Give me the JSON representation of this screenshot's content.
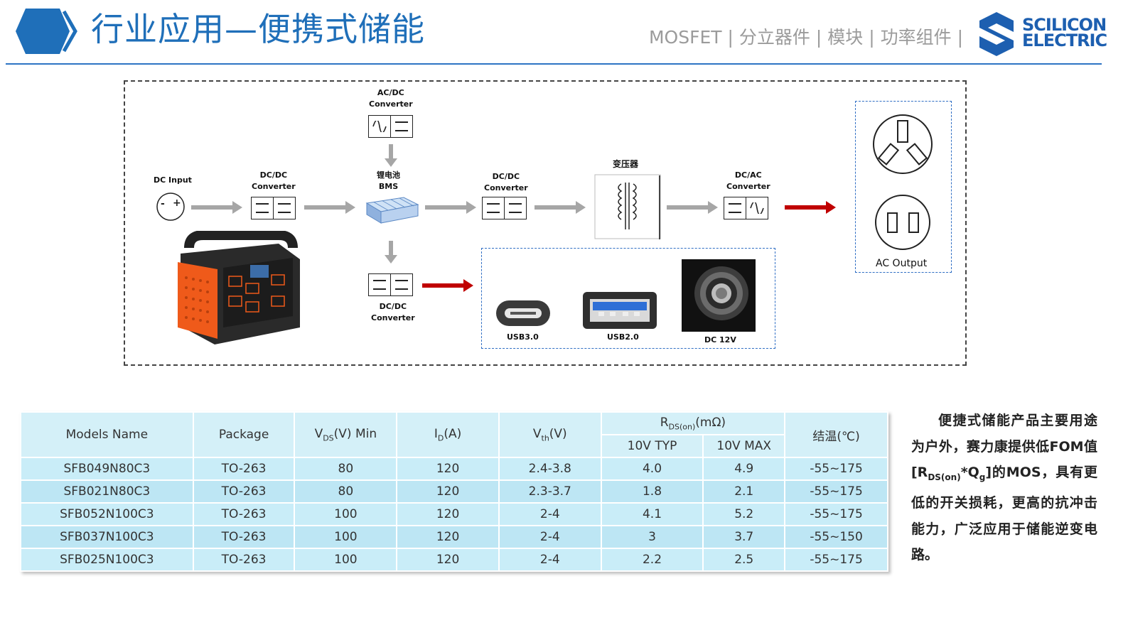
{
  "header": {
    "title": "行业应用—便携式储能",
    "nav": [
      "MOSFET",
      "分立器件",
      "模块",
      "功率组件",
      ""
    ],
    "brand_line1": "SCILICON",
    "brand_line2": "ELECTRIC",
    "colors": {
      "accent": "#1f6fb9",
      "nav_text": "#9b9b9b"
    }
  },
  "diagram": {
    "dc_input": "DC Input",
    "dcdc1": "DC/DC\nConverter",
    "acdc": "AC/DC\nConverter",
    "battery_line1": "锂电池",
    "battery_line2": "BMS",
    "dcdc2": "DC/DC\nConverter",
    "transformer": "变压器",
    "dcac": "DC/AC\nConverter",
    "dcdc3": "DC/DC\nConverter",
    "usb30": "USB3.0",
    "usb20": "USB2.0",
    "dc12v": "DC 12V",
    "ac_output": "AC Output",
    "dc_minus": "-",
    "dc_plus": "+"
  },
  "table": {
    "headers": {
      "model": "Models Name",
      "package": "Package",
      "vds_main": "V",
      "vds_sub": "DS",
      "vds_tail": "(V) Min",
      "id_main": "I",
      "id_sub": "D",
      "id_tail": "(A)",
      "vth_main": "V",
      "vth_sub": "th",
      "vth_tail": "(V)",
      "rds_main": "R",
      "rds_sub": "DS(on)",
      "rds_tail": "(mΩ)",
      "rds_typ": "10V TYP",
      "rds_max": "10V MAX",
      "tj": "结温(℃)"
    },
    "rows": [
      [
        "SFB049N80C3",
        "TO-263",
        "80",
        "120",
        "2.4-3.8",
        "4.0",
        "4.9",
        "-55~175"
      ],
      [
        "SFB021N80C3",
        "TO-263",
        "80",
        "120",
        "2.3-3.7",
        "1.8",
        "2.1",
        "-55~175"
      ],
      [
        "SFB052N100C3",
        "TO-263",
        "100",
        "120",
        "2-4",
        "4.1",
        "5.2",
        "-55~175"
      ],
      [
        "SFB037N100C3",
        "TO-263",
        "100",
        "120",
        "2-4",
        "3",
        "3.7",
        "-55~150"
      ],
      [
        "SFB025N100C3",
        "TO-263",
        "100",
        "120",
        "2-4",
        "2.2",
        "2.5",
        "-55~175"
      ]
    ]
  },
  "side": {
    "p1": "便捷式储能产品主要用途为户外，赛力康提供低FOM值[R",
    "p1_sub": "DS(on)",
    "p2": "*Q",
    "p2_sub": "g",
    "p3": "]的MOS，具有更低的开关损耗，更高的抗冲击能力，广泛应用于储能逆变电路。"
  }
}
